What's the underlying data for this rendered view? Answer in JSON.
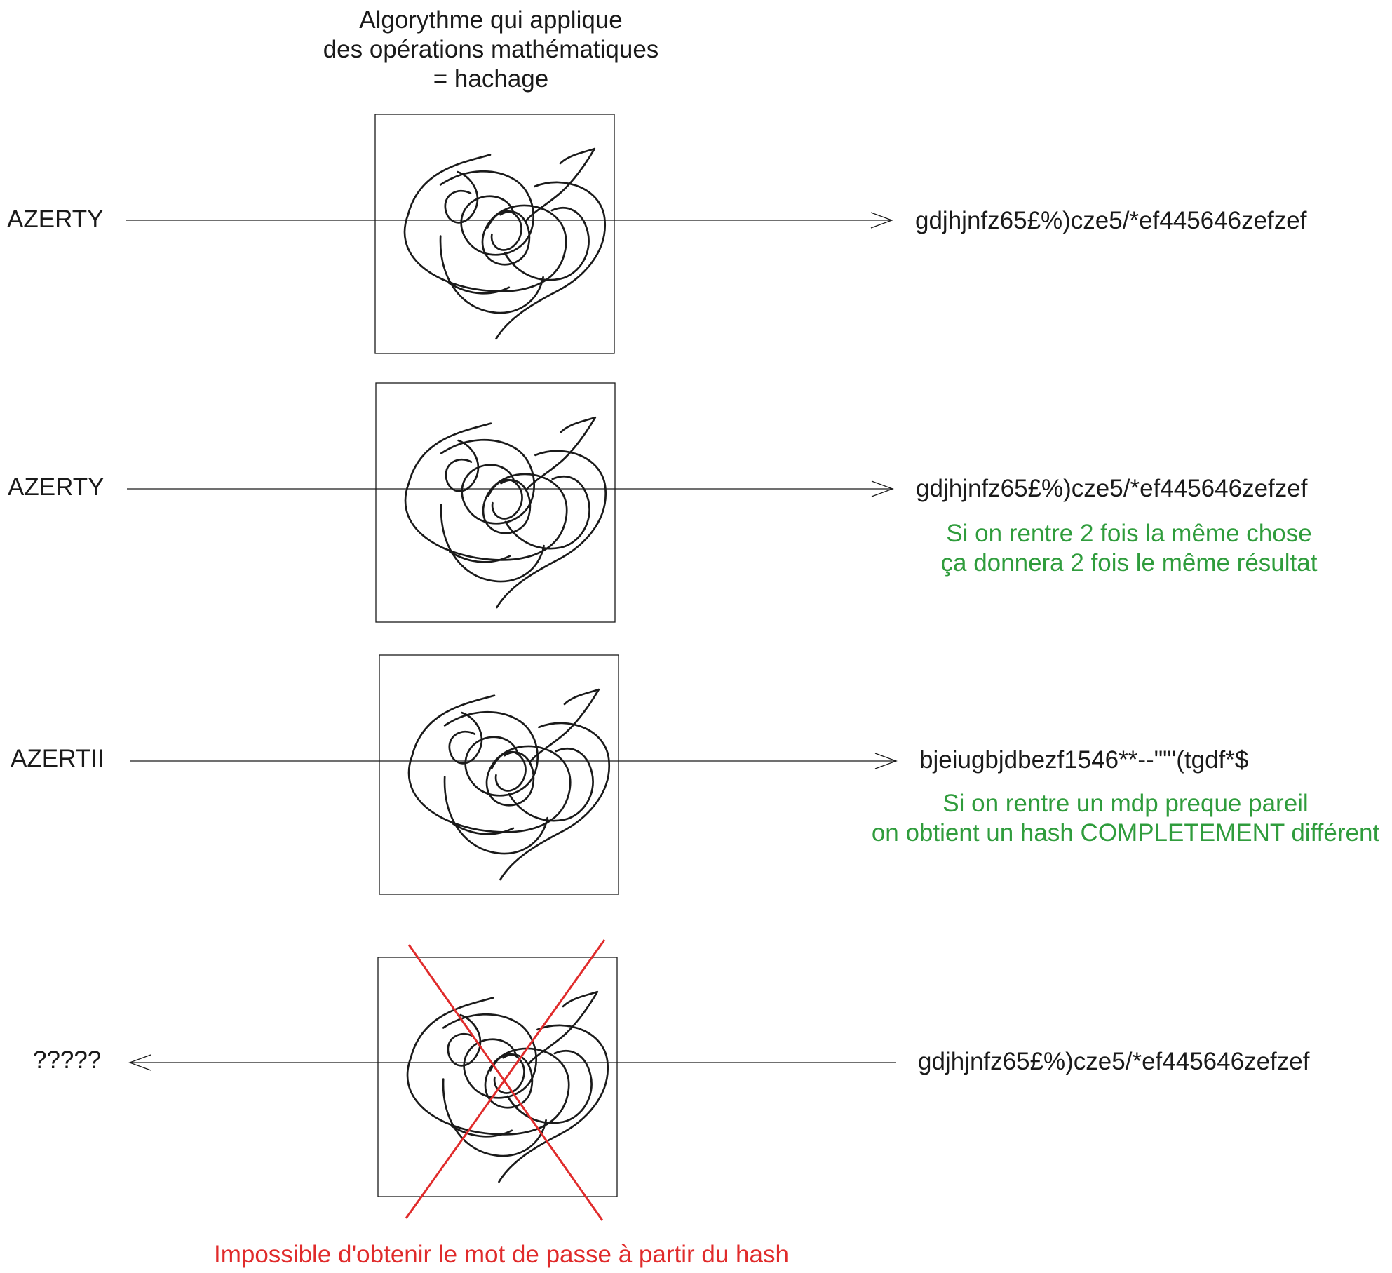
{
  "title": {
    "line1": "Algorythme qui applique",
    "line2": "des opérations mathématiques",
    "line3": "= hachage"
  },
  "rows": [
    {
      "input": "AZERTY",
      "output": "gdjhjnfz65£%)cze5/*ef445646zefzef"
    },
    {
      "input": "AZERTY",
      "output": "gdjhjnfz65£%)cze5/*ef445646zefzef"
    },
    {
      "input": "AZERTII",
      "output": "bjeiugbjdbezf1546**--\"\"'(tgdf*$"
    },
    {
      "input": "?????",
      "output": "gdjhjnfz65£%)cze5/*ef445646zefzef"
    }
  ],
  "notes": {
    "same_input": {
      "line1": "Si on rentre 2 fois la même chose",
      "line2": "ça donnera 2 fois le même résultat"
    },
    "similar_input": {
      "line1": "Si on rentre un mdp preque pareil",
      "line2": "on obtient un hash COMPLETEMENT différent"
    },
    "irreversible": "Impossible d'obtenir le mot de passe à partir du hash"
  },
  "colors": {
    "note_green": "#2f9c3c",
    "note_red": "#e02b2b",
    "ink": "#1a1a1a"
  },
  "icons": {
    "hash_box": "scribble-icon",
    "forbidden": "red-cross-icon"
  }
}
